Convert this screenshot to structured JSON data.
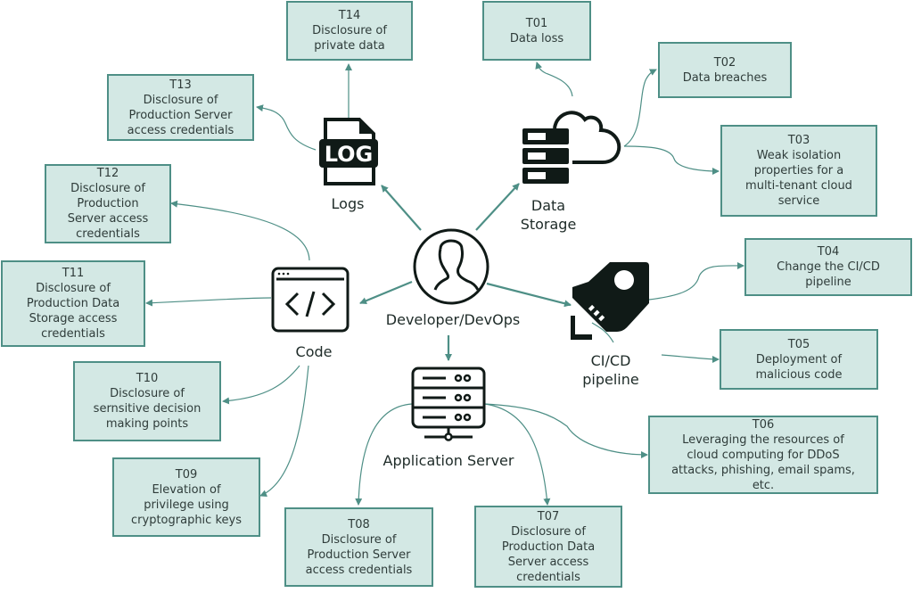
{
  "center": {
    "label": "Developer/DevOps",
    "icon": "user-icon"
  },
  "nodes": {
    "logs": {
      "label": "Logs",
      "icon": "log-file-icon"
    },
    "storage": {
      "label": "Data\nStorage",
      "icon": "cloud-storage-icon"
    },
    "code": {
      "label": "Code",
      "icon": "code-window-icon"
    },
    "cicd": {
      "label": "CI/CD\npipeline",
      "icon": "rocket-pipeline-icon"
    },
    "appserver": {
      "label": "Application Server",
      "icon": "server-icon"
    }
  },
  "threats": {
    "t01": {
      "id": "T01",
      "text": "Data loss"
    },
    "t02": {
      "id": "T02",
      "text": "Data breaches"
    },
    "t03": {
      "id": "T03",
      "text": "Weak isolation\nproperties for a\nmulti-tenant cloud\nservice"
    },
    "t04": {
      "id": "T04",
      "text": "Change the CI/CD\npipeline"
    },
    "t05": {
      "id": "T05",
      "text": "Deployment of\nmalicious code"
    },
    "t06": {
      "id": "T06",
      "text": "Leveraging the resources of\ncloud computing for DDoS\nattacks, phishing, email spams,\netc."
    },
    "t07": {
      "id": "T07",
      "text": "Disclosure of\nProduction Data\nServer access\ncredentials"
    },
    "t08": {
      "id": "T08",
      "text": "Disclosure of\nProduction Server\naccess credentials"
    },
    "t09": {
      "id": "T09",
      "text": "Elevation of\nprivilege using\ncryptographic keys"
    },
    "t10": {
      "id": "T10",
      "text": "Disclosure of\nsernsitive decision\nmaking points"
    },
    "t11": {
      "id": "T11",
      "text": "Disclosure of\nProduction Data\nStorage access\ncredentials"
    },
    "t12": {
      "id": "T12",
      "text": "Disclosure of\nProduction\nServer access\ncredentials"
    },
    "t13": {
      "id": "T13",
      "text": "Disclosure of\nProduction Server\naccess credentials"
    },
    "t14": {
      "id": "T14",
      "text": "Disclosure of\nprivate data"
    }
  },
  "colors": {
    "box_fill": "#d3e8e4",
    "box_border": "#4e8f86",
    "arrow": "#4e8f86",
    "icon": "#101a17"
  }
}
